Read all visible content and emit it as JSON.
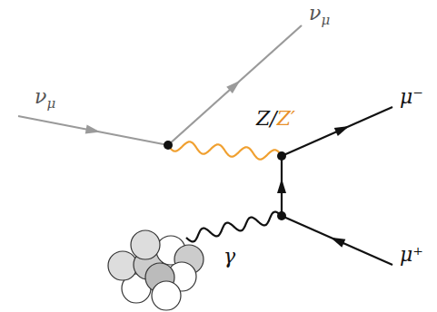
{
  "diagram": {
    "labels": [
      "νμ",
      "νμ",
      "Z/Z′",
      "μ⁻",
      "μ⁺",
      "γ"
    ]
  }
}
